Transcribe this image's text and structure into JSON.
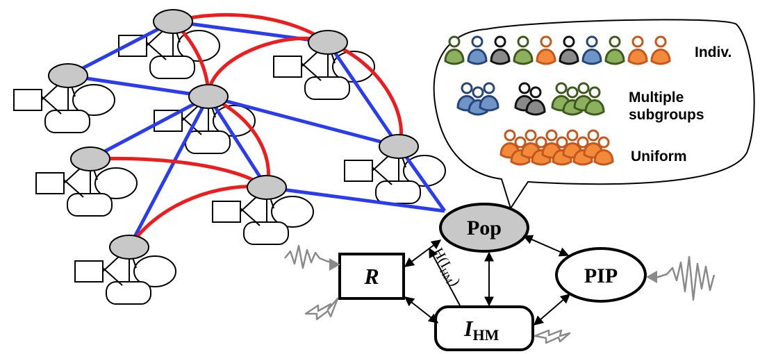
{
  "labels": {
    "indiv": "Indiv.",
    "multiple_line1": "Multiple",
    "multiple_line2": "subgroups",
    "uniform": "Uniform"
  },
  "nodes": {
    "pop": "Pop",
    "pip": "PIP",
    "r": "R",
    "ihm_main": "I",
    "ihm_sub": "HM"
  },
  "edge_label": {
    "h_main": "H(I",
    "h_sub": "HM",
    "h_close": ")"
  },
  "colors": {
    "red_link": "#ee1c1c",
    "blue_link": "#2a3cf0",
    "node_gray": "#c8c8c8",
    "green": "#8db05e",
    "orange": "#f28a3c",
    "blue": "#6f95c8",
    "gray": "#8a8a8a"
  },
  "indiv_colors": [
    "green",
    "blue",
    "gray",
    "green",
    "orange",
    "gray",
    "blue",
    "green",
    "orange",
    "orange"
  ]
}
